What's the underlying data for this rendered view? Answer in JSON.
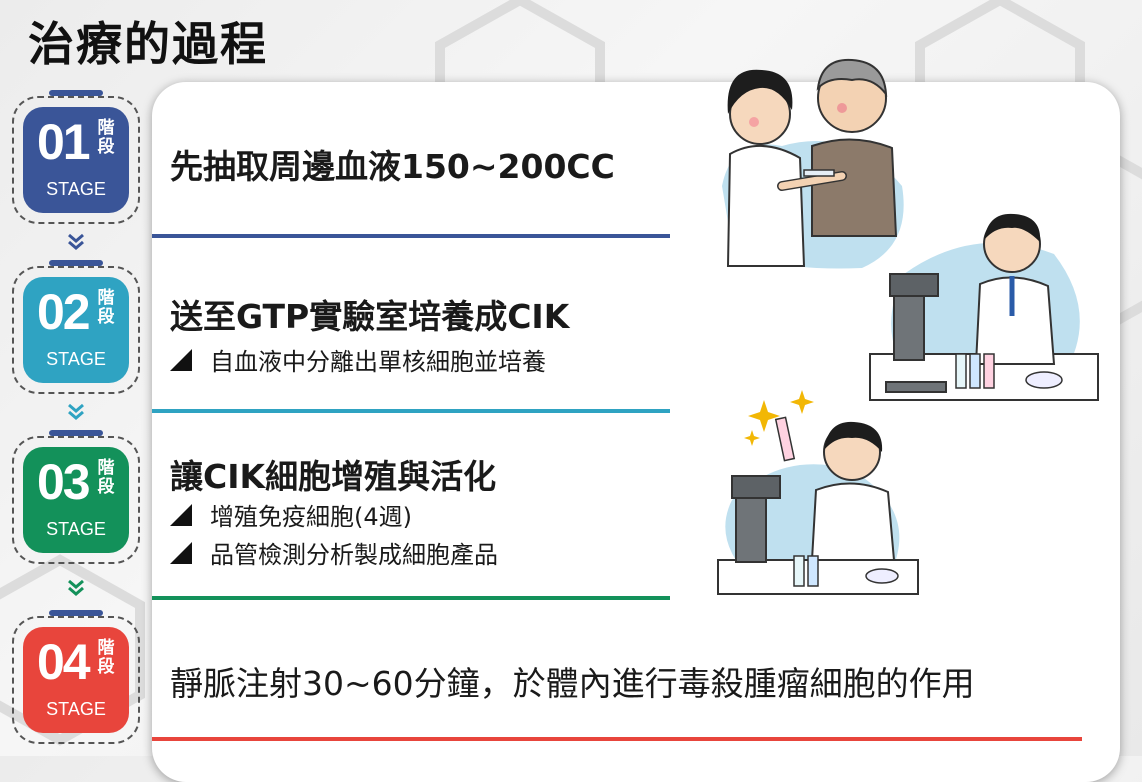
{
  "header": {
    "title": "治療的過程"
  },
  "colors": {
    "stage1": "#3a5598",
    "stage2": "#2fa3c2",
    "stage3": "#13915a",
    "stage4": "#e8453c"
  },
  "stages": [
    {
      "number": "01",
      "kanji": "階段",
      "label": "STAGE",
      "color": "#3a5598",
      "title": "先抽取周邊血液150~200CC",
      "bullets": []
    },
    {
      "number": "02",
      "kanji": "階段",
      "label": "STAGE",
      "color": "#2fa3c2",
      "title": "送至GTP實驗室培養成CIK",
      "bullets": [
        "自血液中分離出單核細胞並培養"
      ]
    },
    {
      "number": "03",
      "kanji": "階段",
      "label": "STAGE",
      "color": "#13915a",
      "title": "讓CIK細胞增殖與活化",
      "bullets": [
        "增殖免疫細胞(4週)",
        "品管檢測分析製成細胞產品"
      ]
    },
    {
      "number": "04",
      "kanji": "階段",
      "label": "STAGE",
      "color": "#e8453c",
      "title": "靜脈注射30~60分鐘，於體內進行毒殺腫瘤細胞的作用",
      "bullets": []
    }
  ],
  "icons": {
    "arrow": "double-chevron-down-icon",
    "bullet": "triangle-bullet-icon"
  }
}
